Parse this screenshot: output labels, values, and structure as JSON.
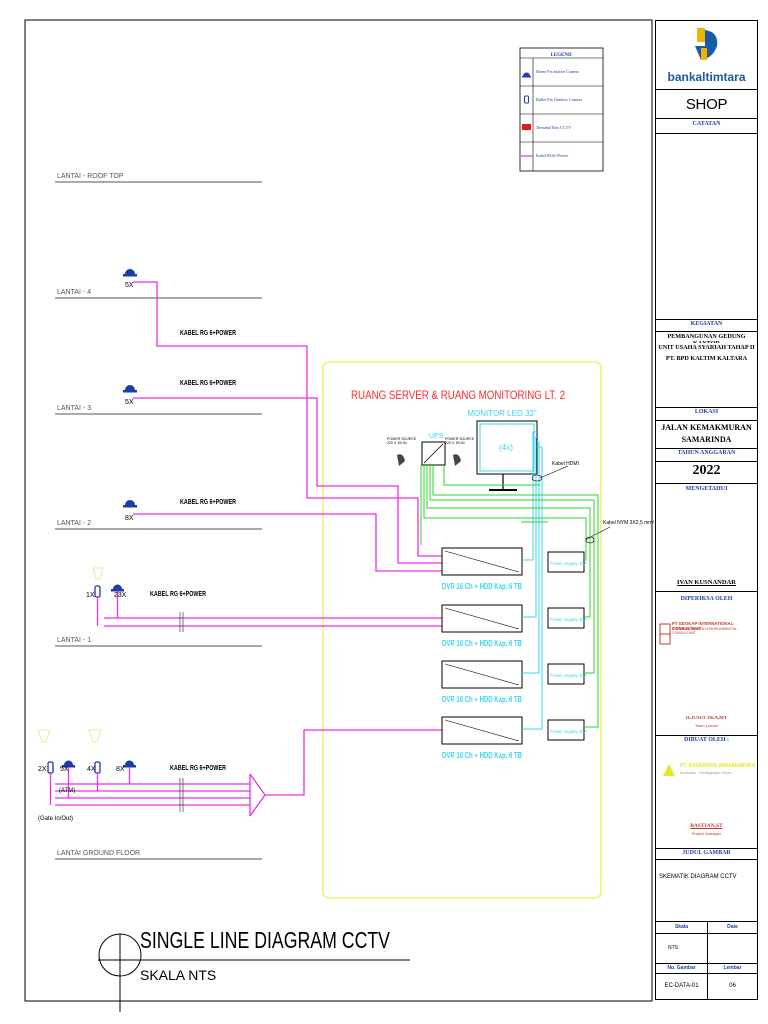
{
  "legend": {
    "title": "LEGEND",
    "items": [
      {
        "icon": "dome-camera-icon",
        "label": "Dome Fix Indoor Camera"
      },
      {
        "icon": "bullet-camera-icon",
        "label": "Bullet Fix Outdoor Camera"
      },
      {
        "icon": "terminal-box-icon",
        "label": "Terminal Box CCTV"
      },
      {
        "icon": "cable-line-icon",
        "label": "Kabel RG6+Power"
      }
    ]
  },
  "floors": {
    "rooftop": "LANTAI - ROOF TOP",
    "l4": "LANTAI - 4",
    "l3": "LANTAI - 3",
    "l2": "LANTAI - 2",
    "l1": "LANTAI - 1",
    "ground": "LANTAI GROUND FLOOR"
  },
  "cameras": {
    "l4_count": "5X",
    "l3_count": "5X",
    "l2_count": "8X",
    "l1_bullet": "1X",
    "l1_dome": "23X",
    "gf_bullet_a": "2X",
    "gf_dome_a": "5X",
    "gf_bullet_b": "4X",
    "gf_dome_b": "8X",
    "atm": "(ATM)",
    "gate": "(Gate In/Out)"
  },
  "cable_label": "KABEL RG 6+POWER",
  "room": {
    "title": "RUANG SERVER & RUANG MONITORING LT. 2",
    "monitor": "MONITOR LED 32\"",
    "monitor_count": "(4x)",
    "ups": "UPS",
    "power_source_1": "POWER SOURCE\n220 V, 50 Hz",
    "power_source_2": "POWER SOURCE\n220 V, 50 Hz",
    "hdmi": "Kabel HDMI",
    "nym": "Kabel NYM 3X2,5 mm²",
    "dvr_label": "DVR 16 Ch + HDD Kap. 6 TB",
    "psu_label": "Power Supply 30A"
  },
  "diagram_title": "SINGLE LINE DIAGRAM CCTV",
  "diagram_scale": "SKALA NTS",
  "titleblock": {
    "company": "bankaltimtara",
    "doc_type": "SHOP DRAWING",
    "catatan": "CATATAN",
    "kegiatan": "KEGIATAN",
    "project_1": "PEMBANGUNAN GEDUNG KANTOR",
    "project_2": "UNIT USAHA SYARIAH TAHAP II",
    "project_3": "PT. BPD KALTIM KALTARA",
    "lokasi": "LOKASI",
    "location_1": "JALAN KEMAKMURAN",
    "location_2": "SAMARINDA",
    "tahun_label": "TAHUN ANGGARAN",
    "year": "2022",
    "mengetahui": "MENGETAHUI",
    "owner_person": "IVAN KUSNANDAR",
    "diperiksa": "DIPERIKSA OLEH",
    "consultant_name": "PT GEOKAP INTERNATIONAL CONSULTANT",
    "consultant_sub": "ENGINEERING AND ENVIRONMENTAL CONSULTANT",
    "checker": "Ir.JUSUF DEA,MT",
    "checker_role": "Team Leader",
    "dibuat": "DIBUAT OLEH :",
    "contractor": "PT. BAHENDRA WIRAMANDIRA",
    "contractor_sub": "Kontraktor - Perdagangan Umum",
    "maker": "BASTIAN,ST",
    "maker_role": "Project Manager",
    "judul_label": "JUDUL GAMBAR",
    "drawing_title": "SKEMATIK DIAGRAM CCTV",
    "skala_label": "Skala",
    "date_label": "Date",
    "skala_value": "NTS",
    "no_label": "No. Gambar",
    "lembar_label": "Lembar",
    "drawing_no": "EC-DATA-01",
    "sheet_no": "06"
  },
  "colors": {
    "cable": "#e830e8",
    "room_border": "#f2ef6a",
    "room_title": "#ff2a2a",
    "equipment": "#3ad3f0",
    "power": "#2bd42b",
    "floor_line": "#555555",
    "blue_text": "#1a3da8",
    "yellow_text": "#e8e820"
  }
}
